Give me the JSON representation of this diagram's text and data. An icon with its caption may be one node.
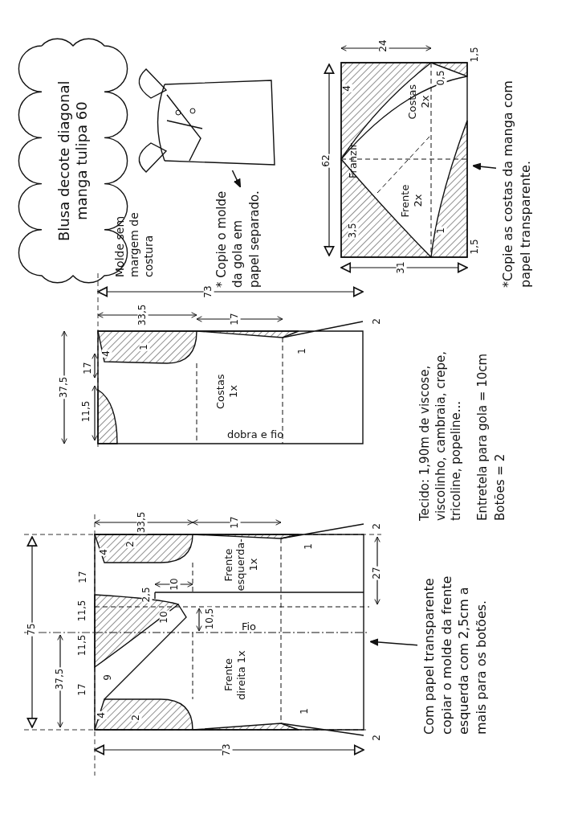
{
  "diagram": {
    "nodes": [
      {
        "text": [
          "Blusa decote diagonal manga tulipa 60"
        ]
      },
      {
        "text": [],
        "shape": "picture"
      },
      {
        "text": [
          "* Copie o molde da gola em papel separado."
        ]
      },
      {
        "text": [
          "Franzir",
          "Costas 2x",
          "Frente 2x"
        ]
      },
      {
        "text": [
          "*Copie as costas da manga com papel transparente."
        ]
      },
      {
        "text": [
          "Costas 1x",
          "dobra e fio"
        ]
      },
      {
        "text": [
          "Frente esquerda-1x",
          "Fio",
          "Frente direita 1x"
        ]
      },
      {
        "text": [
          "Com papel transparente copiar o molde da frente esquerda com 2,5cm a mais para os botões."
        ]
      }
    ],
    "edges": [
      {
        "from": 1,
        "to": 2,
        "arrow": "to"
      },
      {
        "from": 4,
        "to": 3,
        "arrow": "to"
      },
      {
        "from": 7,
        "to": 6,
        "arrow": "to"
      }
    ],
    "labels": [
      "Molde sem margem de costura",
      "24",
      "1,5",
      "62",
      "4",
      "0,5",
      "3,5",
      "1",
      "1,5",
      "31",
      "73",
      "33,5",
      "17",
      "2",
      "1",
      "1",
      "4",
      "37,5",
      "17",
      "11,5",
      "Tecido: 1,90m de viscose, viscolinho, cambraia, crepe, tricoline, popeline...",
      "Entretela para gola = 10cm",
      "Botões = 2",
      "75",
      "33,5",
      "17",
      "2",
      "2",
      "1",
      "4",
      "27",
      "17",
      "10",
      "2,5",
      "11,5",
      "10,5",
      "10",
      "11,5",
      "37,5",
      "9",
      "17",
      "4",
      "2",
      "1",
      "2",
      "73"
    ]
  }
}
